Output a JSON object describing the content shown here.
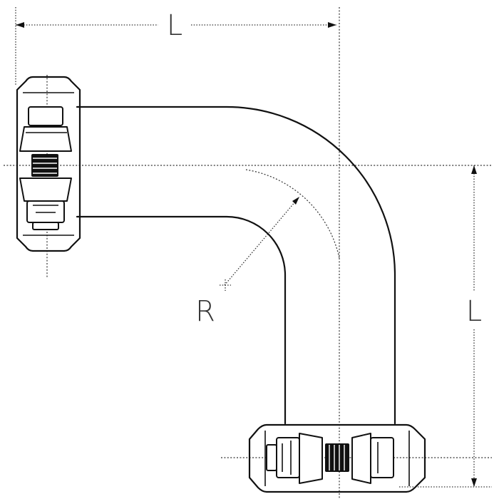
{
  "labels": {
    "length_top": "L",
    "length_right": "L",
    "radius": "R"
  },
  "colors": {
    "line": "#111111",
    "background": "#ffffff"
  }
}
